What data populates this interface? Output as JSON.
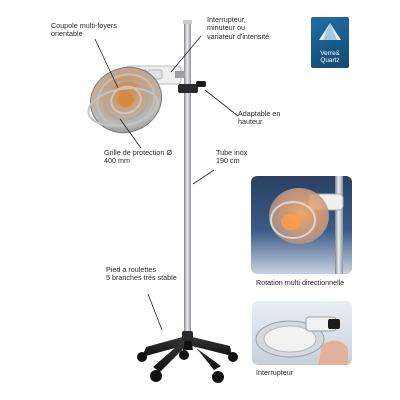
{
  "labels": {
    "coupole": "Coupole multi-foyers\norientable",
    "interrupteur_top": "Interrupteur,\nminuteur ou\nvariateur d'intensité",
    "adaptable": "Adaptable en\nhauteur",
    "grille": "Grille de protection Ø\n400 mm",
    "tube": "Tube inox\n190 cm",
    "pied": "Pied a roulettes\n5 branches très stable",
    "rotation": "Rotation multi directionnelle",
    "interrupteur_bottom": "Interrupteur"
  },
  "badge": {
    "text": "Verre&\nQuartz",
    "color": "#1f6ea5",
    "icon": "pyramid-logo-icon"
  },
  "colors": {
    "pole": "#b8bcc2",
    "base": "#1b1b1b",
    "lamp_glow": "#d9863a"
  }
}
